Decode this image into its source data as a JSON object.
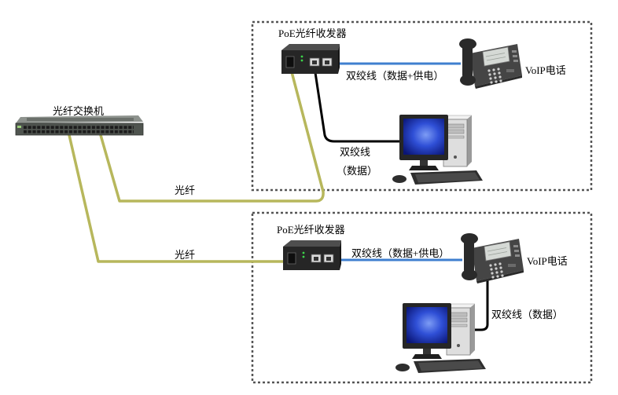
{
  "switch": {
    "label": "光纤交换机",
    "icon": "fiber-switch-icon"
  },
  "top_group": {
    "transceiver_label": "PoE光纤收发器",
    "phone_label": "VoIP电话",
    "fiber_label": "光纤",
    "poe_cable_label": "双绞线（数据+供电）",
    "data_cable_label_line1": "双绞线",
    "data_cable_label_line2": "（数据）"
  },
  "bottom_group": {
    "transceiver_label": "PoE光纤收发器",
    "phone_label": "VoIP电话",
    "fiber_label": "光纤",
    "poe_cable_label": "双绞线（数据+供电）",
    "data_cable_label": "双绞线（数据）"
  },
  "icons": {
    "switch": "fiber-switch-icon",
    "transceiver": "poe-transceiver-icon",
    "phone": "ip-phone-icon",
    "computer": "desktop-computer-icon"
  },
  "colors": {
    "fiber": "#b7b75c",
    "poe_cable": "#3f7fcf",
    "data_cable": "#000000",
    "group_border": "#555555"
  }
}
